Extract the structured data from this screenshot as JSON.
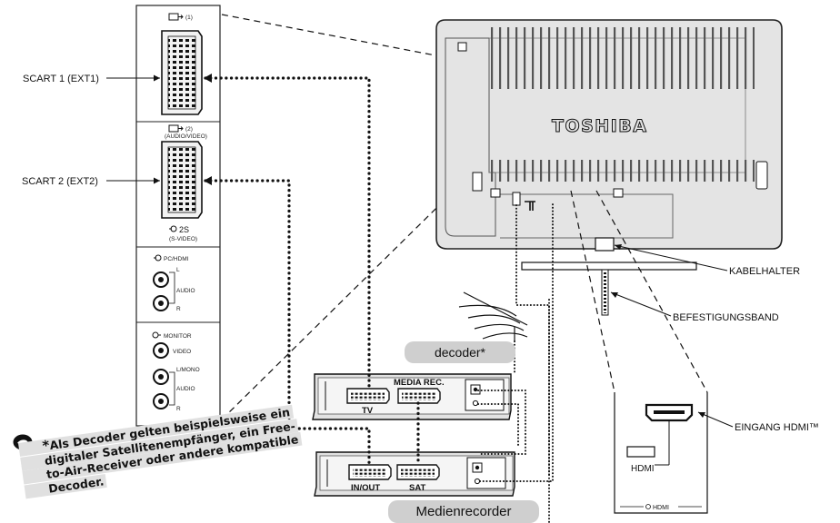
{
  "panel": {
    "scart1_icon_label": "(1)",
    "scart2_icon_label": "(2)",
    "scart2_sub": "(AUDIO/VIDEO)",
    "scart2_s": "2S",
    "scart2_svideo": "(S-VIDEO)",
    "pchdmi_label": "PC/HDMI",
    "audio_l": "L",
    "audio_text": "AUDIO",
    "audio_r": "R",
    "monitor_label": "MONITOR",
    "monitor_video": "VIDEO",
    "monitor_lmono": "L/MONO",
    "monitor_audio": "AUDIO",
    "monitor_r": "R"
  },
  "callouts": {
    "scart1": "SCART 1 (EXT1)",
    "scart2": "SCART 2 (EXT2)",
    "kabelhalter": "KABELHALTER",
    "befestigungsband": "BEFESTIGUNGSBAND",
    "eingang_hdmi": "EINGANG HDMI™"
  },
  "tv": {
    "brand": "TOSHIBA"
  },
  "hdmi_detail": {
    "port_label": "HDMI",
    "bottom_label": "HDMI"
  },
  "decoder": {
    "pill": "decoder*",
    "media_rec": "MEDIA REC.",
    "tv_label": "TV"
  },
  "recorder": {
    "pill": "Medienrecorder",
    "inout_label": "IN/OUT",
    "sat_label": "SAT"
  },
  "note": {
    "star": "*",
    "text": "Als Decoder gelten beispielsweise ein digitaler Satellitenempfänger, ein Free-to-Air-Receiver oder andere kompatible Decoder."
  }
}
